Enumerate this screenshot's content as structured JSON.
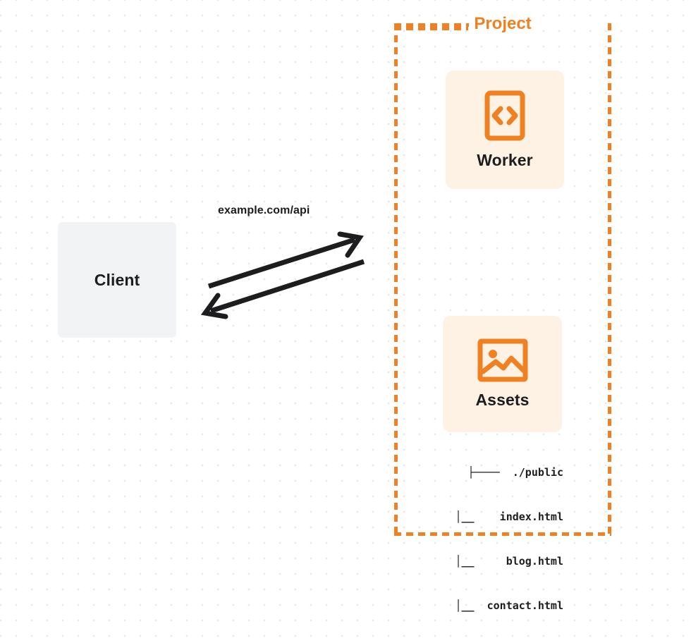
{
  "diagram": {
    "title": "Project",
    "accent_color": "#f08122",
    "card_fill": "#fdf2e4",
    "client_fill": "#f2f3f5",
    "text_color": "#1d1d1f",
    "background": "#ffffff",
    "dot_grid_color": "#e7e8ea"
  },
  "client": {
    "label": "Client",
    "icon": "none"
  },
  "project": {
    "label": "Project",
    "border_style": "dashed",
    "nodes": [
      {
        "id": "worker",
        "label": "Worker",
        "icon": "code-brackets-icon"
      },
      {
        "id": "assets",
        "label": "Assets",
        "icon": "image-icon"
      }
    ]
  },
  "file_tree": {
    "rows": [
      "├────  ./public",
      "  │__    index.html",
      "  │__     blog.html",
      "  │__  contact.html"
    ],
    "root": "./public",
    "files": [
      "index.html",
      "blog.html",
      "contact.html"
    ]
  },
  "connections": {
    "request_label": "example.com/api",
    "request_direction": "client-to-project",
    "response_direction": "project-to-client",
    "arrow_color": "#1d1d1f"
  }
}
